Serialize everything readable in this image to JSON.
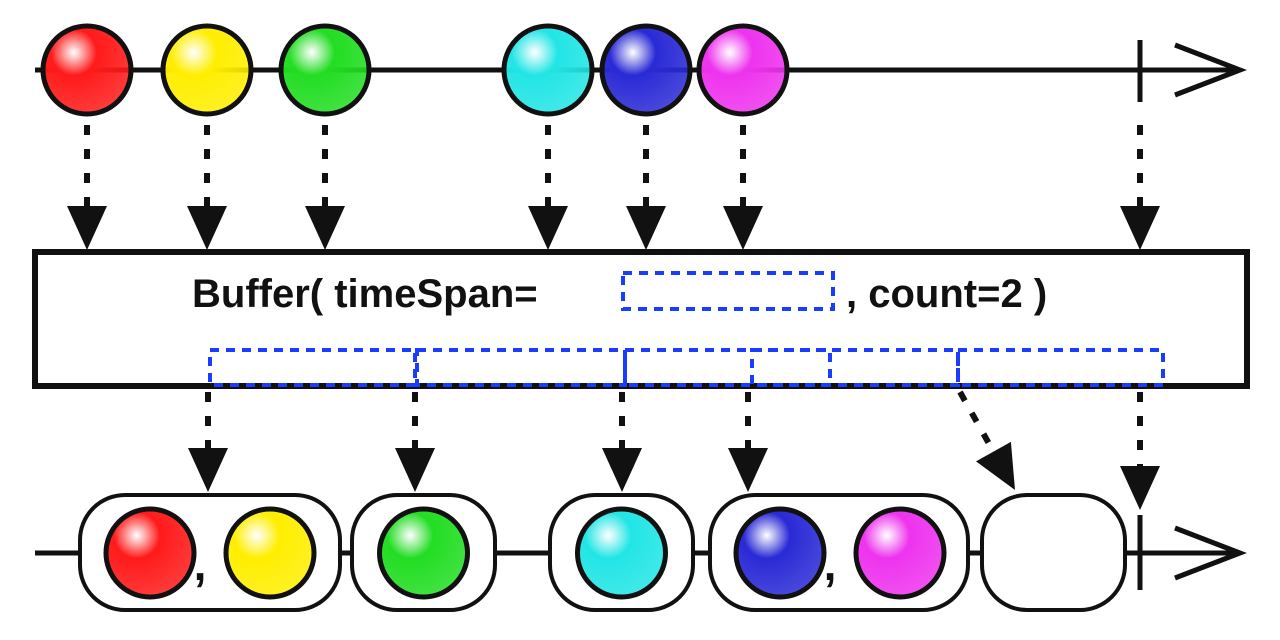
{
  "operator": {
    "label_prefix": "Buffer( timeSpan=",
    "label_suffix": ", count=2 )"
  },
  "colors": {
    "line": "#111111",
    "window_dash": "#1a3cff",
    "red": "#ff1a1a",
    "yellow": "#ffee00",
    "green": "#22dd22",
    "cyan": "#22e5e5",
    "blue": "#2a2ad6",
    "magenta": "#ee33ee"
  },
  "input_items": [
    "red",
    "yellow",
    "green",
    "cyan",
    "blue",
    "magenta"
  ],
  "output_buffers": [
    {
      "items": [
        "red",
        "yellow"
      ],
      "separator": ","
    },
    {
      "items": [
        "green"
      ],
      "separator": ""
    },
    {
      "items": [
        "cyan"
      ],
      "separator": ""
    },
    {
      "items": [
        "blue",
        "magenta"
      ],
      "separator": ","
    },
    {
      "items": [],
      "separator": ""
    }
  ]
}
